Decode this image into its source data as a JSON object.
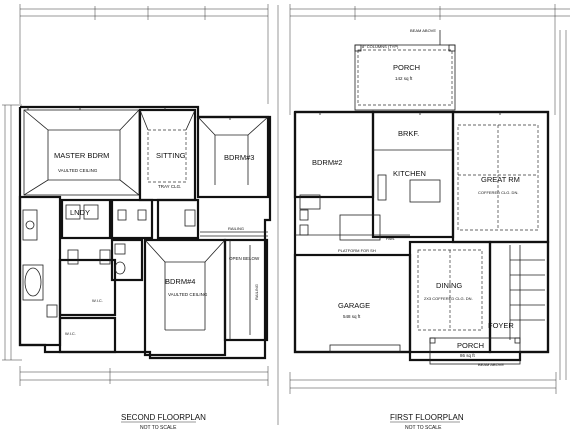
{
  "second_floor": {
    "title": "SECOND FLOORPLAN",
    "scale_note": "NOT TO SCALE",
    "rooms": {
      "master": "MASTER BDRM",
      "master_ceiling": "VAULTED CEILING",
      "sitting": "SITTING",
      "tray": "TRAY CLG.",
      "bdrm3": "BDRM#3",
      "lndy": "LNDY",
      "bdrm4": "BDRM#4",
      "bdrm4_ceiling": "VAULTED CEILING",
      "open_below": "OPEN BELOW",
      "railing_1": "RAILING",
      "railing_2": "RAILING",
      "wic_1": "W.I.C.",
      "wic_2": "W.I.C."
    }
  },
  "first_floor": {
    "title": "FIRST FLOORPLAN",
    "scale_note": "NOT TO SCALE",
    "rooms": {
      "porch_top": "PORCH",
      "porch_top_area": "142 sq ft",
      "columns": "8\" COLUMNS (TYP)",
      "beam_above_top": "BEAM ABOVE",
      "brkf": "BRKF.",
      "kitchen": "KITCHEN",
      "great_rm": "GREAT RM",
      "great_rm_ceiling": "COFFERED CLG. DN.",
      "bdrm2": "BDRM#2",
      "dining": "DINING",
      "dining_ceiling": "2X3 COFFERED CLG. DN.",
      "garage": "GARAGE",
      "garage_area": "548 sq ft",
      "foyer": "FOYER",
      "porch_bottom": "PORCH",
      "porch_bottom_area": "86 sq ft",
      "beam_above_bottom": "BEAM ABOVE",
      "platform": "PLATFORM FOR SH",
      "pan": "PAN."
    }
  }
}
